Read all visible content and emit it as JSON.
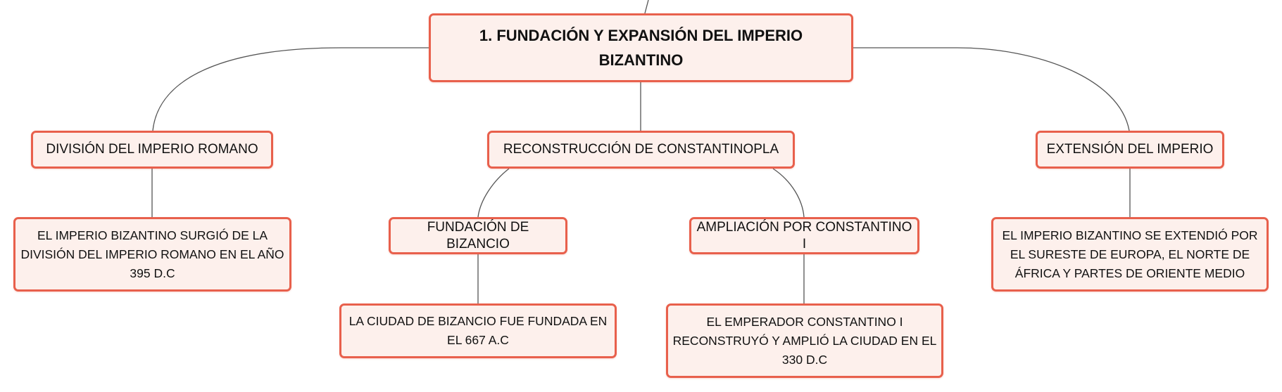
{
  "diagram": {
    "colors": {
      "node_border": "#e8604c",
      "node_fill": "#fdf0ec",
      "connector": "#555555",
      "text": "#111111"
    },
    "root": {
      "text": "1. FUNDACIÓN Y EXPANSIÓN DEL IMPERIO BIZANTINO"
    },
    "branches": [
      {
        "label": "DIVISIÓN DEL IMPERIO ROMANO",
        "detail": "EL IMPERIO BIZANTINO SURGIÓ DE LA DIVISIÓN DEL IMPERIO ROMANO EN EL AÑO 395 D.C"
      },
      {
        "label": "RECONSTRUCCIÓN DE CONSTANTINOPLA",
        "children": [
          {
            "label": "FUNDACIÓN DE BIZANCIO",
            "detail": "LA CIUDAD DE BIZANCIO FUE FUNDADA EN EL 667 A.C"
          },
          {
            "label": "AMPLIACIÓN POR CONSTANTINO I",
            "detail": "EL EMPERADOR CONSTANTINO I RECONSTRUYÓ Y AMPLIÓ LA CIUDAD EN EL 330 D.C"
          }
        ]
      },
      {
        "label": "EXTENSIÓN DEL IMPERIO",
        "detail": "EL IMPERIO BIZANTINO SE EXTENDIÓ POR EL SURESTE DE EUROPA, EL NORTE DE ÁFRICA Y PARTES DE ORIENTE MEDIO"
      }
    ]
  }
}
